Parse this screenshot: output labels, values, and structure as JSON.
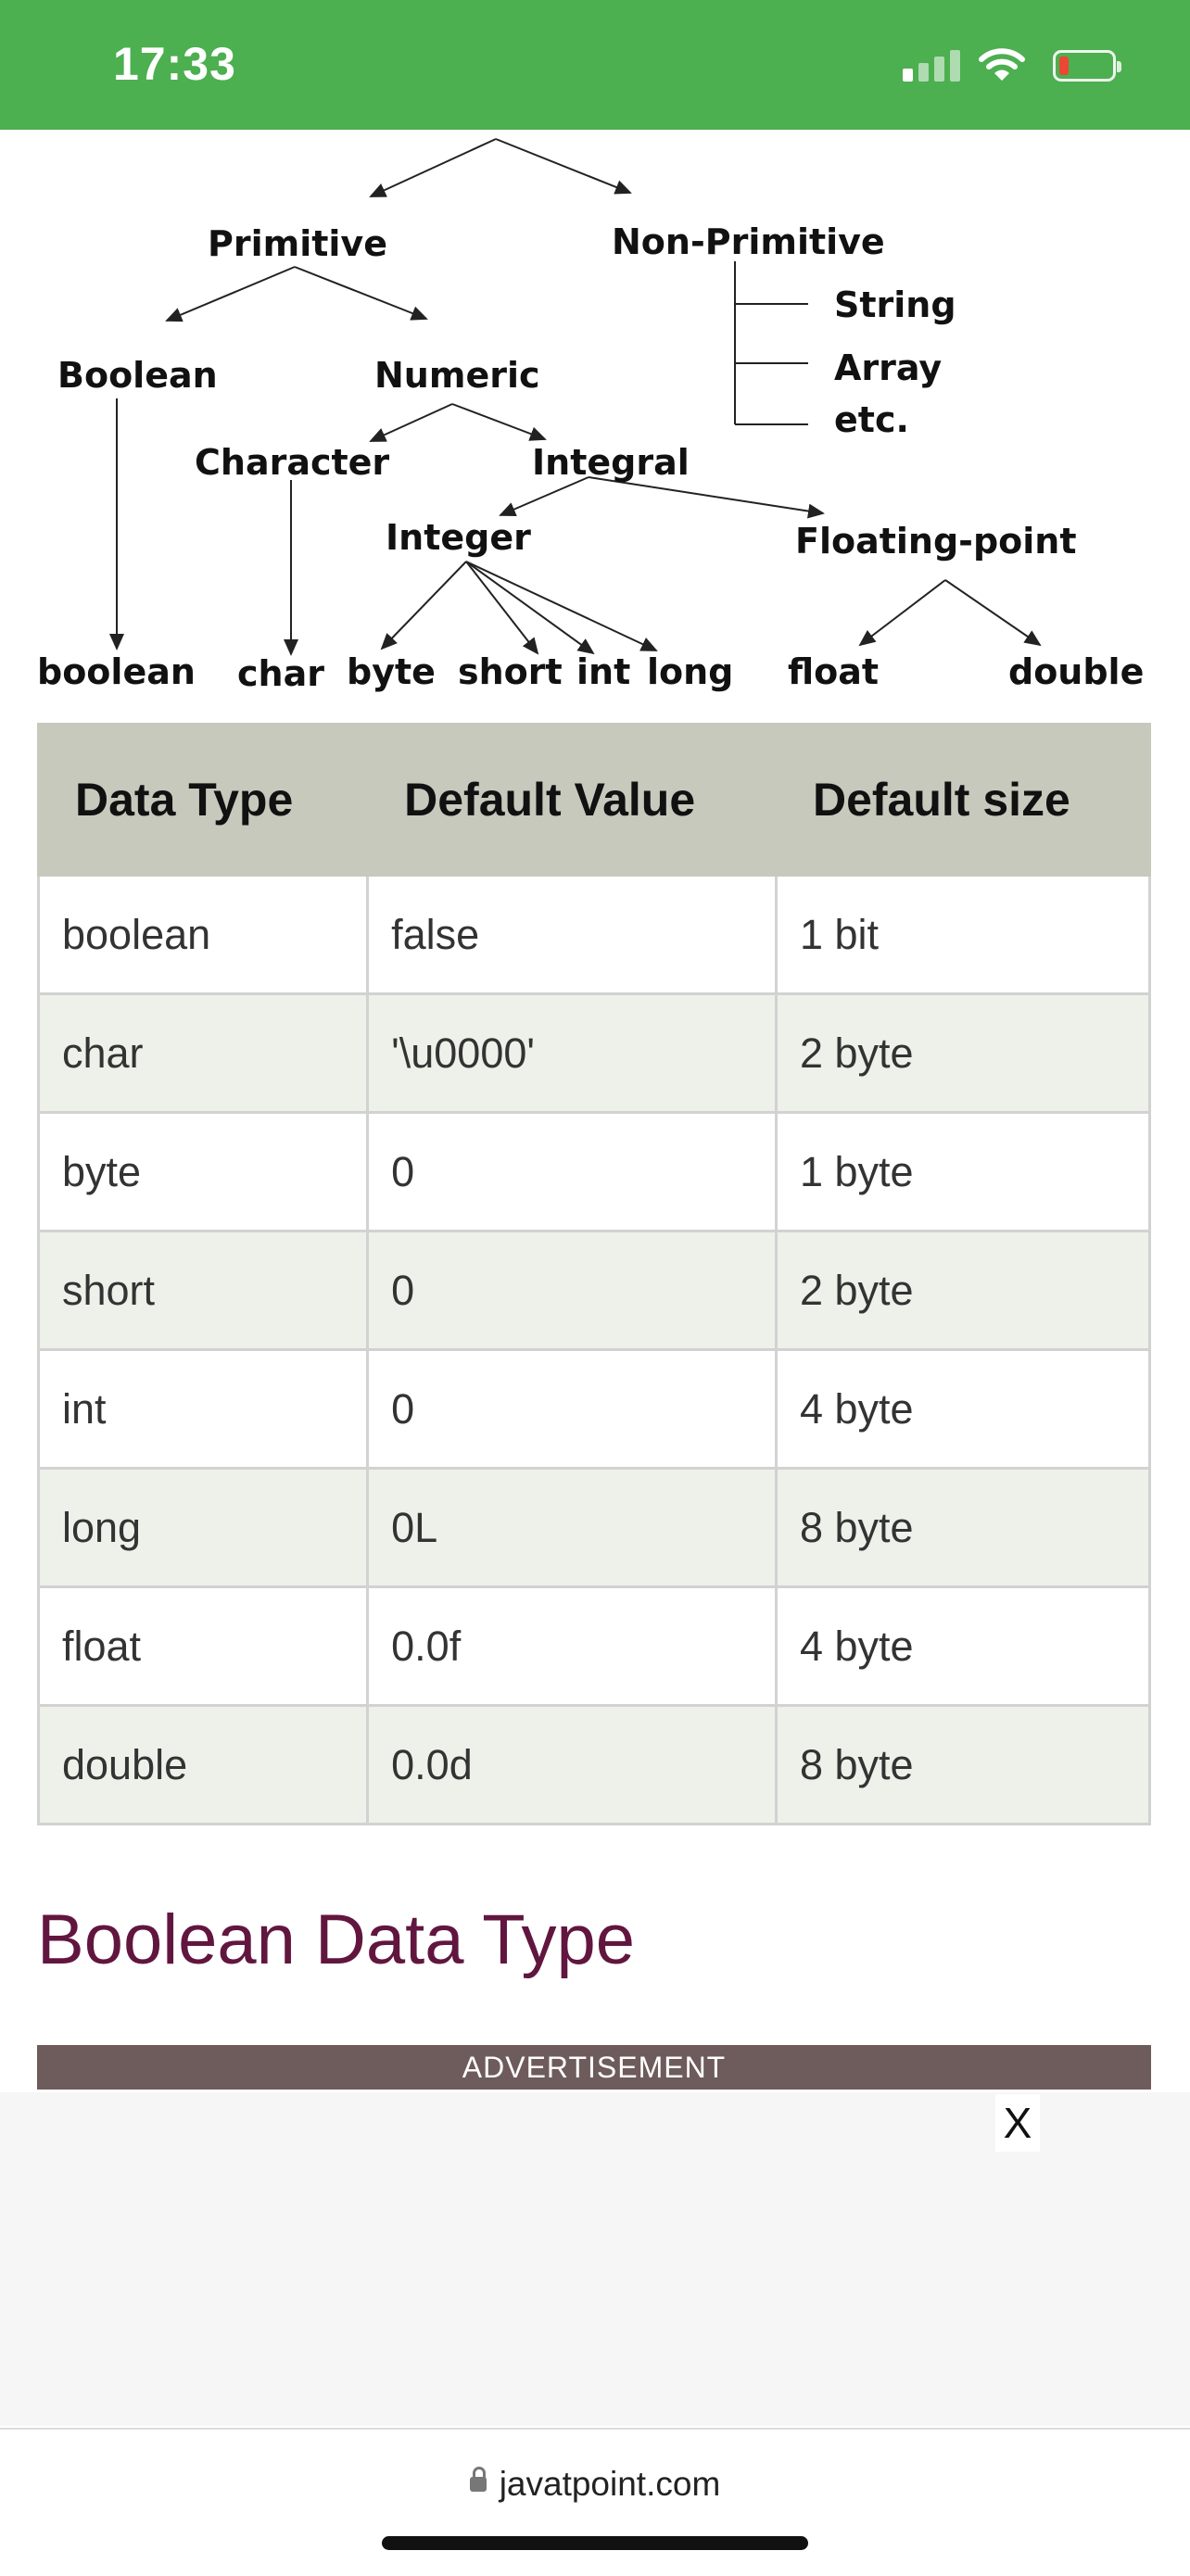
{
  "status_bar": {
    "time": "17:33",
    "icons": [
      "signal-icon",
      "wifi-icon",
      "battery-icon"
    ],
    "battery_color": "#ff3b30",
    "background": "#4caf50"
  },
  "diagram": {
    "nodes": {
      "primitive": "Primitive",
      "non_primitive": "Non-Primitive",
      "string": "String",
      "array": "Array",
      "etc": "etc.",
      "boolean_cat": "Boolean",
      "numeric": "Numeric",
      "character": "Character",
      "integral": "Integral",
      "integer": "Integer",
      "floating_point": "Floating-point",
      "boolean": "boolean",
      "char": "char",
      "byte": "byte",
      "short": "short",
      "int": "int",
      "long": "long",
      "float": "float",
      "double": "double"
    }
  },
  "table": {
    "headers": [
      "Data Type",
      "Default Value",
      "Default size"
    ],
    "rows": [
      [
        "boolean",
        "false",
        "1 bit"
      ],
      [
        "char",
        "'\\u0000'",
        "2 byte"
      ],
      [
        "byte",
        "0",
        "1 byte"
      ],
      [
        "short",
        "0",
        "2 byte"
      ],
      [
        "int",
        "0",
        "4 byte"
      ],
      [
        "long",
        "0L",
        "8 byte"
      ],
      [
        "float",
        "0.0f",
        "4 byte"
      ],
      [
        "double",
        "0.0d",
        "8 byte"
      ]
    ]
  },
  "section_heading": "Boolean Data Type",
  "ad": {
    "label": "ADVERTISEMENT",
    "close_label": "X"
  },
  "browser": {
    "url": "javatpoint.com"
  }
}
